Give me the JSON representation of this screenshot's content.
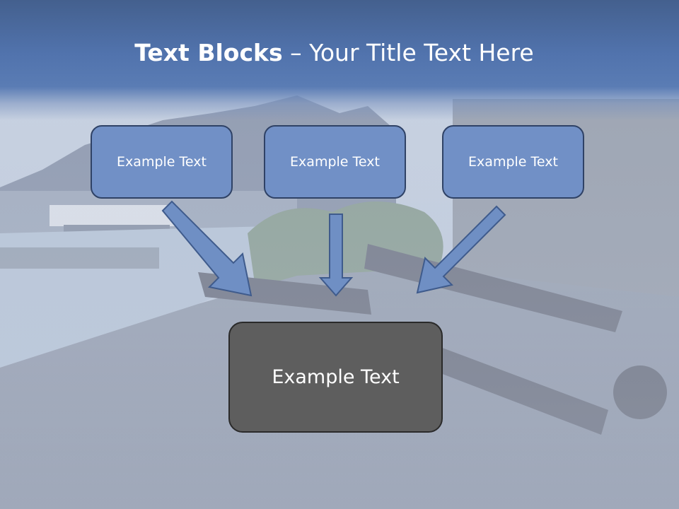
{
  "slide": {
    "title_bold": "Text Blocks",
    "title_rest": " – Your Title Text Here",
    "blocks": [
      {
        "label": "Example Text"
      },
      {
        "label": "Example Text"
      },
      {
        "label": "Example Text"
      }
    ],
    "main_block": {
      "label": "Example Text"
    }
  },
  "colors": {
    "title_band": "#5173ad",
    "block_fill": "#7190c6",
    "block_border": "#2f4266",
    "main_block_fill": "#5e5e5e",
    "arrow_fill": "#6f8fc4"
  }
}
